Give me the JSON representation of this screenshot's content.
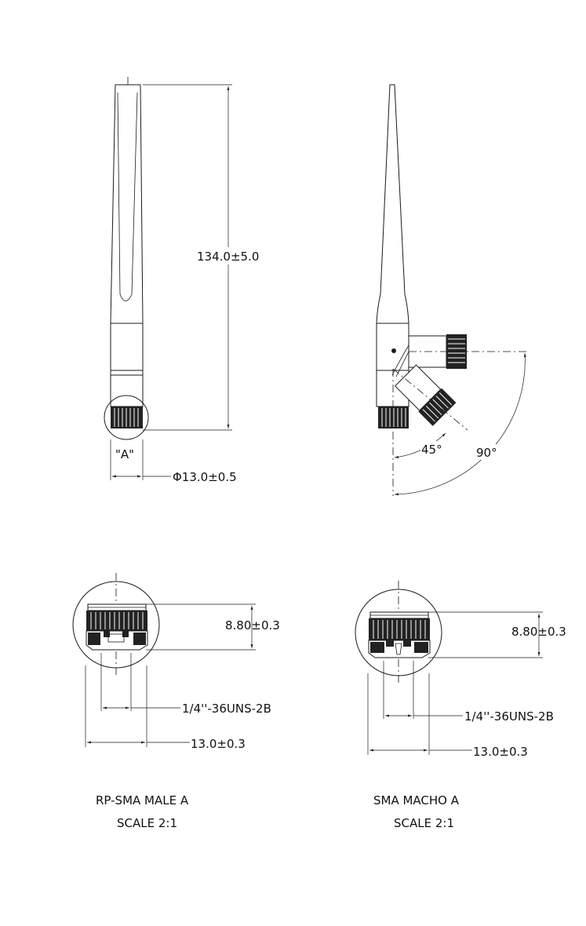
{
  "front_view": {
    "length_dim": "134.0±5.0",
    "detail_label": "\"A\"",
    "diameter_dim": "Φ13.0±0.5"
  },
  "side_view": {
    "angle_small": "45°",
    "angle_large": "90°"
  },
  "detail_left": {
    "height_dim": "8.80±0.3",
    "thread_dim": "1/4''-36UNS-2B",
    "width_dim": "13.0±0.3",
    "title": "RP-SMA MALE A",
    "scale": "SCALE 2:1"
  },
  "detail_right": {
    "height_dim": "8.80±0.3",
    "thread_dim": "1/4''-36UNS-2B",
    "width_dim": "13.0±0.3",
    "title": "SMA MACHO A",
    "scale": "SCALE 2:1"
  }
}
